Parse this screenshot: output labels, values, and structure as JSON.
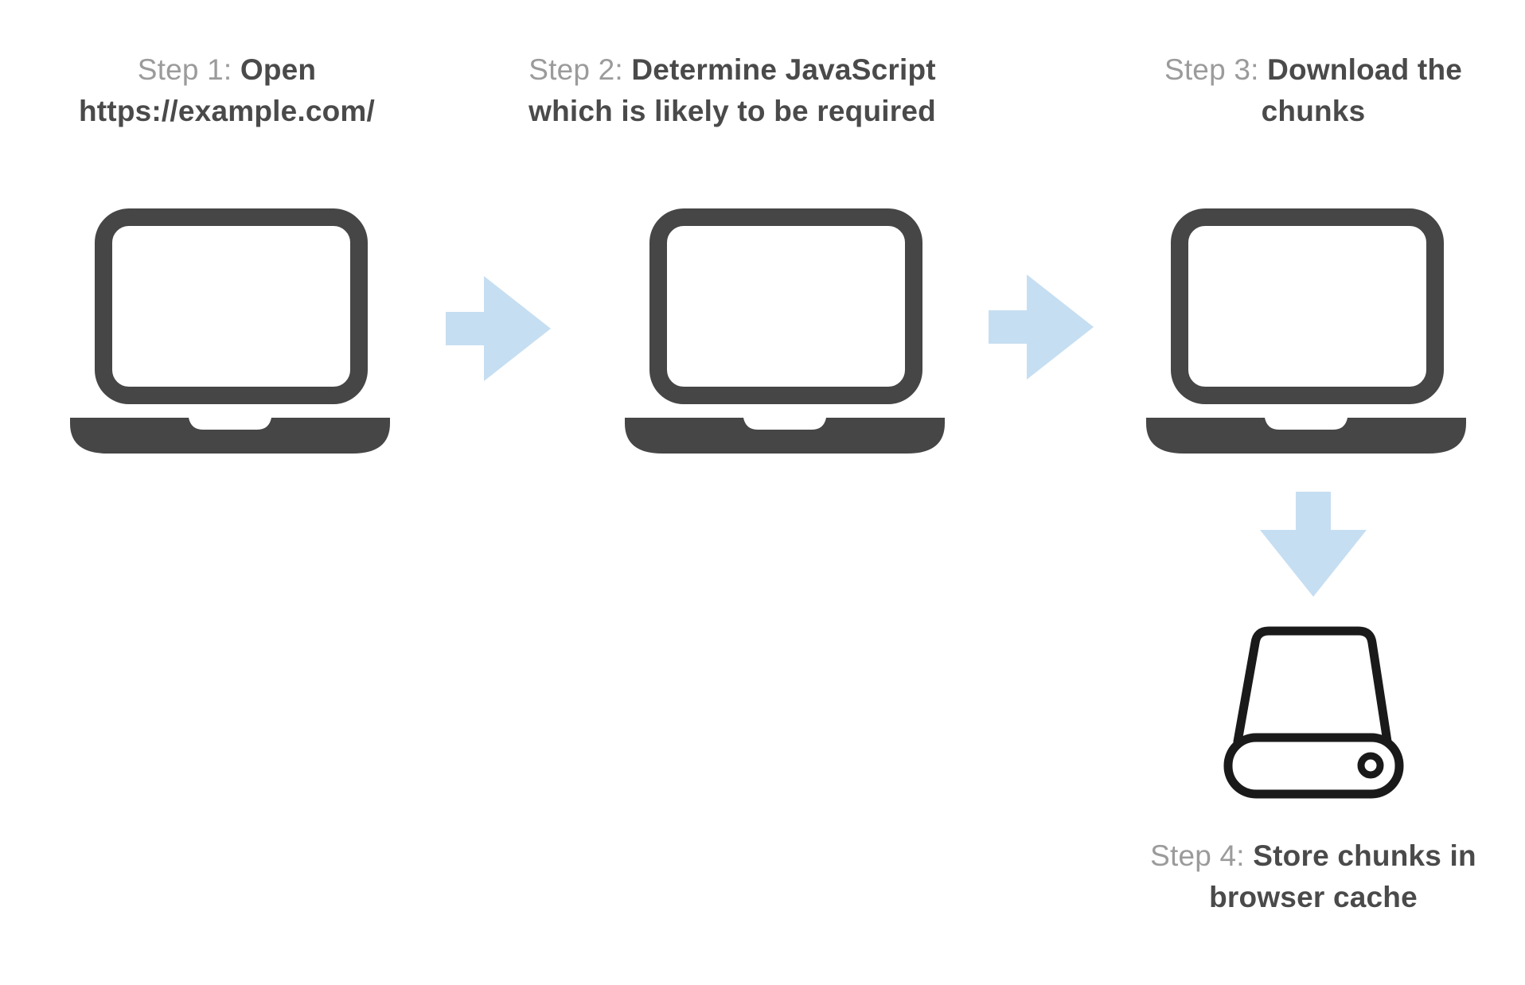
{
  "diagram": {
    "description": "Four-step flow: browser opens a URL, determines required JavaScript, downloads chunks, stores them in browser cache",
    "colors": {
      "background": "#ffffff",
      "arrow": "#c6def1",
      "laptop": "#464646",
      "drive_outline": "#1a1a1a",
      "step_prefix_text": "#9b9b9b",
      "step_title_text": "#4a4a4a"
    }
  },
  "steps": [
    {
      "prefix": "Step 1:",
      "title": "Open https://example.com/",
      "icon": "laptop"
    },
    {
      "prefix": "Step 2:",
      "title": "Determine JavaScript which is likely to be required",
      "icon": "laptop"
    },
    {
      "prefix": "Step 3:",
      "title": "Download the chunks",
      "icon": "laptop"
    },
    {
      "prefix": "Step 4:",
      "title": "Store chunks in browser cache",
      "icon": "hard-drive"
    }
  ],
  "connectors": [
    {
      "from": "step-1",
      "to": "step-2",
      "direction": "right"
    },
    {
      "from": "step-2",
      "to": "step-3",
      "direction": "right"
    },
    {
      "from": "step-3",
      "to": "step-4",
      "direction": "down"
    }
  ]
}
